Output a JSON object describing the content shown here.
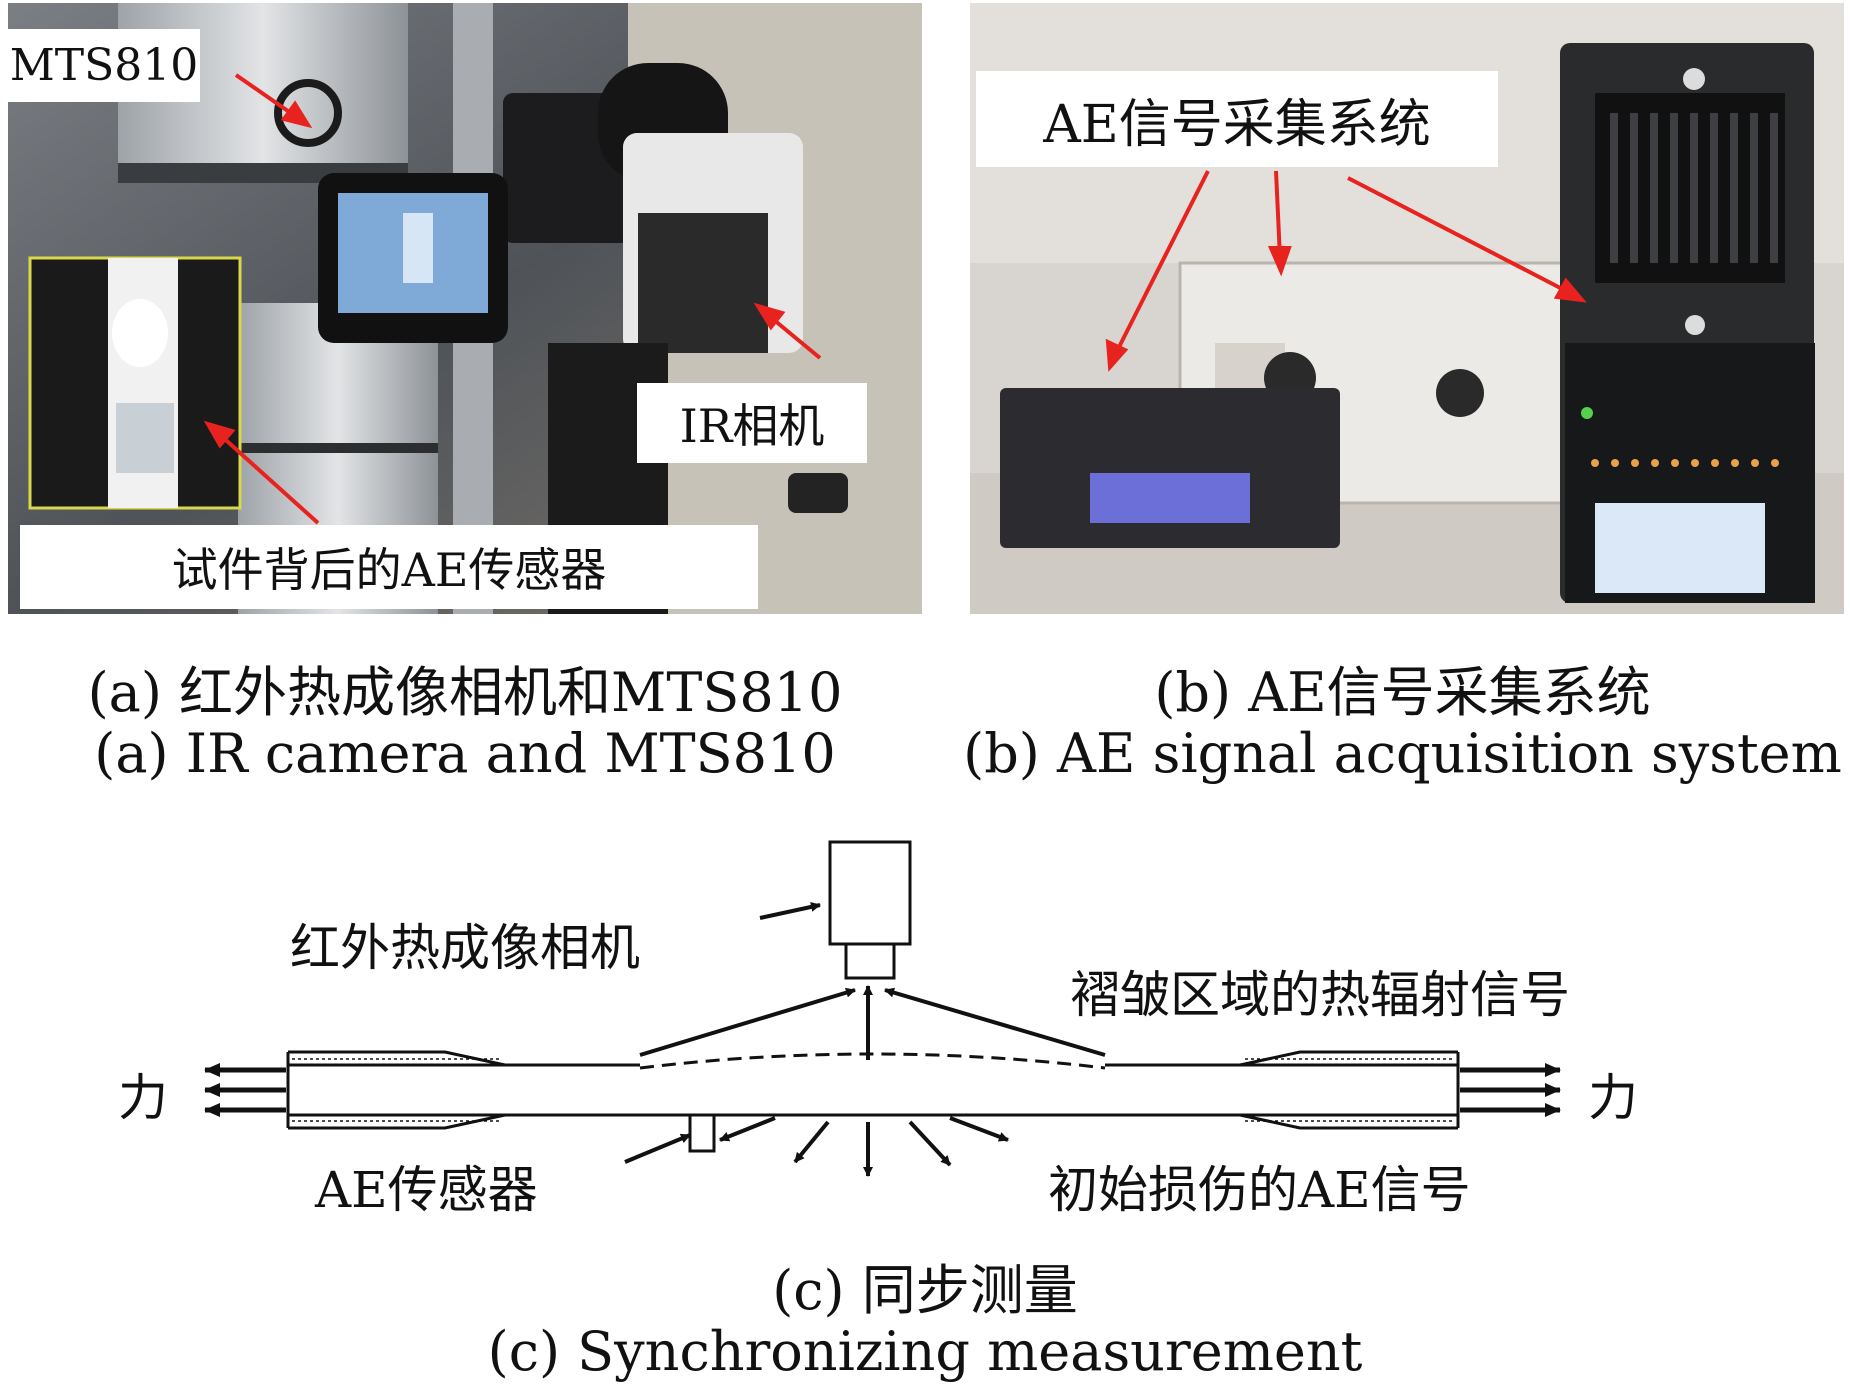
{
  "photo_a": {
    "callouts": {
      "mts": "MTS810",
      "ir": "IR相机",
      "sensor": "试件背后的AE传感器"
    },
    "caption_cn": "(a)  红外热成像相机和MTS810",
    "caption_en": "(a)  IR camera and MTS810"
  },
  "photo_b": {
    "callouts": {
      "ae_system": "AE信号采集系统"
    },
    "caption_cn": "(b)  AE信号采集系统",
    "caption_en": "(b)  AE signal acquisition system"
  },
  "diagram_c": {
    "labels": {
      "ir_camera": "红外热成像相机",
      "wrinkle_signal": "褶皱区域的热辐射信号",
      "force_left": "力",
      "force_right": "力",
      "ae_sensor": "AE传感器",
      "initial_damage": "初始损伤的AE信号"
    },
    "caption_cn": "(c)  同步测量",
    "caption_en": "(c)  Synchronizing measurement"
  },
  "colors": {
    "callout_arrow": "#e8231f",
    "line": "#111111",
    "photo_a_bg": "#5a5f64",
    "photo_b_bg": "#d8d4cf"
  }
}
